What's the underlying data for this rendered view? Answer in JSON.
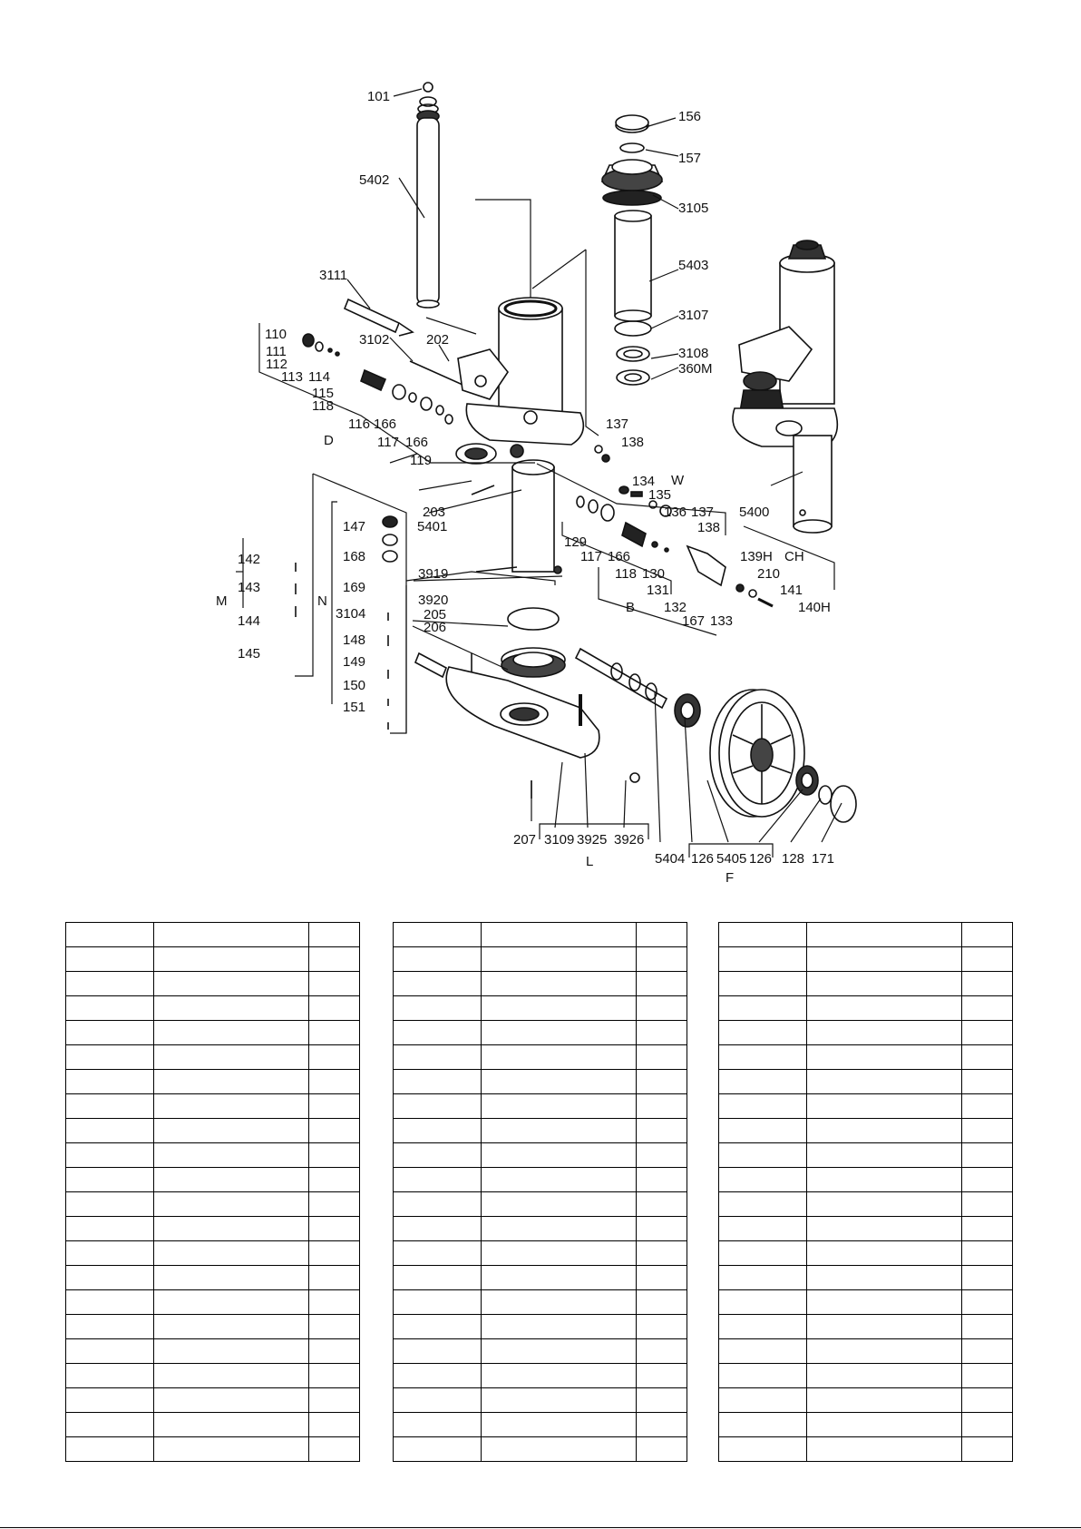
{
  "diagram": {
    "part_labels": [
      "101",
      "156",
      "157",
      "5402",
      "3105",
      "5403",
      "3111",
      "3107",
      "202",
      "110",
      "3102",
      "111",
      "112",
      "3108",
      "360M",
      "113",
      "114",
      "115",
      "118",
      "116",
      "166",
      "137",
      "D",
      "117",
      "166",
      "138",
      "119",
      "134",
      "W",
      "135",
      "136",
      "137",
      "203",
      "5401",
      "5400",
      "147",
      "138",
      "129",
      "168",
      "117",
      "166",
      "142",
      "139H",
      "CH",
      "3919",
      "118",
      "130",
      "143",
      "210",
      "169",
      "131",
      "141",
      "3920",
      "M",
      "144",
      "N",
      "132",
      "140H",
      "3104",
      "B",
      "205",
      "206",
      "167",
      "133",
      "148",
      "145",
      "149",
      "150",
      "151",
      "207",
      "3109",
      "3925",
      "3926",
      "5404",
      "126",
      "5405",
      "126",
      "128",
      "171",
      "L",
      "F"
    ],
    "line_color": "#111111"
  },
  "tables": [
    {
      "rows": 22,
      "cols": 3
    },
    {
      "rows": 22,
      "cols": 3
    },
    {
      "rows": 22,
      "cols": 3
    }
  ]
}
